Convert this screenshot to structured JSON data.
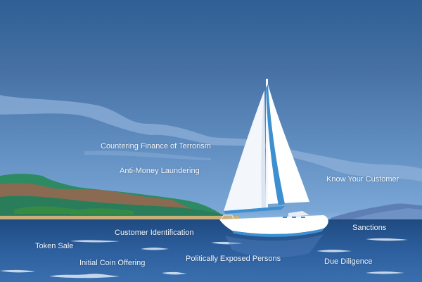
{
  "scene": {
    "description": "Illustration of a sailboat on the sea with compliance keywords",
    "colors": {
      "sky_top": "#2f5f94",
      "sky_bottom": "#8bb6e0",
      "sea": "#2d5b9a",
      "land_green": "#2e8a63",
      "land_brown": "#8b6a52",
      "beach": "#c9b07a",
      "sail": "#ffffff",
      "sail_stripe": "#3d8fd0"
    }
  },
  "labels": {
    "countering_finance_terrorism": "Countering Finance of Terrorism",
    "anti_money_laundering": "Anti-Money Laundering",
    "know_your_customer": "Know Your Customer",
    "customer_identification": "Customer Identification",
    "sanctions": "Sanctions",
    "token_sale": "Token Sale",
    "initial_coin_offering": "Initial Coin Offering",
    "politically_exposed_persons": "Politically Exposed Persons",
    "due_diligence": "Due Diligence"
  }
}
